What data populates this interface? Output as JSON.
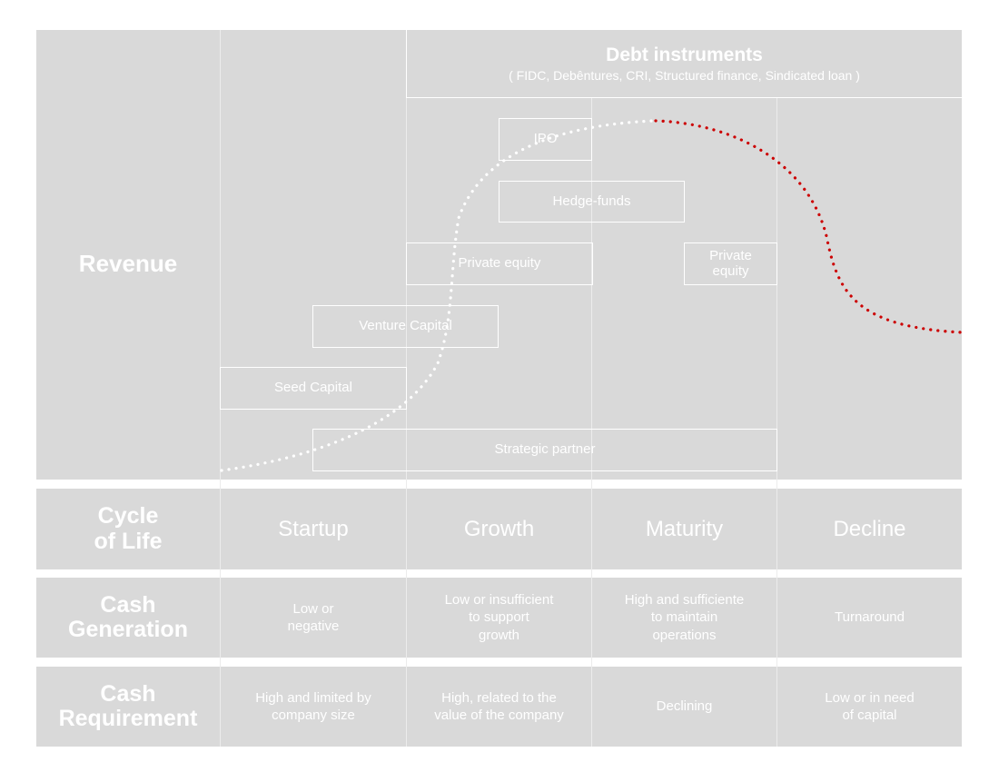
{
  "revenue_label": "Revenue",
  "debt": {
    "title": "Debt instruments",
    "subtitle": "( FIDC, Debêntures, CRI, Structured finance, Sindicated loan )"
  },
  "instruments": {
    "ipo": "IPO",
    "hedge_funds": "Hedge-funds",
    "private_equity_growth": "Private equity",
    "private_equity_maturity_line1": "Private",
    "private_equity_maturity_line2": "equity",
    "venture_capital": "Venture Capital",
    "seed_capital": "Seed Capital",
    "strategic_partner": "Strategic partner"
  },
  "rows": [
    {
      "label_line1": "Cycle",
      "label_line2": "of Life",
      "cells": [
        "Startup",
        "Growth",
        "Maturity",
        "Decline"
      ]
    },
    {
      "label_line1": "Cash",
      "label_line2": "Generation",
      "cells": [
        [
          "Low or",
          "negative"
        ],
        [
          "Low or insufficient",
          "to support",
          "growth"
        ],
        [
          "High and sufficiente",
          "to maintain",
          "operations"
        ],
        [
          "Turnaround"
        ]
      ]
    },
    {
      "label_line1": "Cash",
      "label_line2": "Requirement",
      "cells": [
        [
          "High and limited by",
          "company size"
        ],
        [
          "High, related to the",
          "value of the company"
        ],
        [
          "Declining"
        ],
        [
          "Low or in need",
          "of capital"
        ]
      ]
    }
  ],
  "colors": {
    "panel": "#d9d9d9",
    "curve_white": "#ffffff",
    "curve_red": "#cc0000"
  }
}
